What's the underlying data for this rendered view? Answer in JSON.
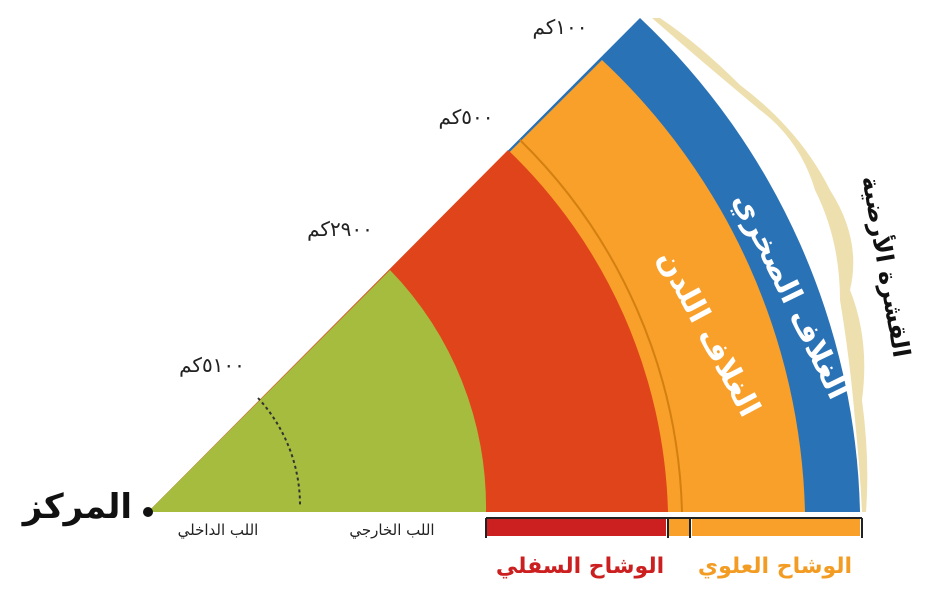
{
  "labels": {
    "center": "المركز",
    "inner_core": "اللب الداخلي",
    "outer_core": "اللب الخارجي",
    "lower_mantle": "الوشاح السفلي",
    "upper_mantle": "الوشاح العلوي",
    "plastic_layer": "الغلاف اللدن",
    "lithosphere": "الغلاف الصخري",
    "crust": "القشرة الأرضية"
  },
  "depths": {
    "d5100": "٥١٠٠كم",
    "d2900": "٢٩٠٠كم",
    "d500": "٥٠٠كم",
    "d100": "١٠٠كم"
  },
  "colors": {
    "core": "#a5bc3f",
    "lower_mantle": "#e0441a",
    "upper_mantle": "#f9a02a",
    "lithosphere": "#2a72b6",
    "crust": "#eedfae",
    "lower_mantle_text": "#cc1f1f",
    "upper_mantle_text": "#f39c24"
  }
}
